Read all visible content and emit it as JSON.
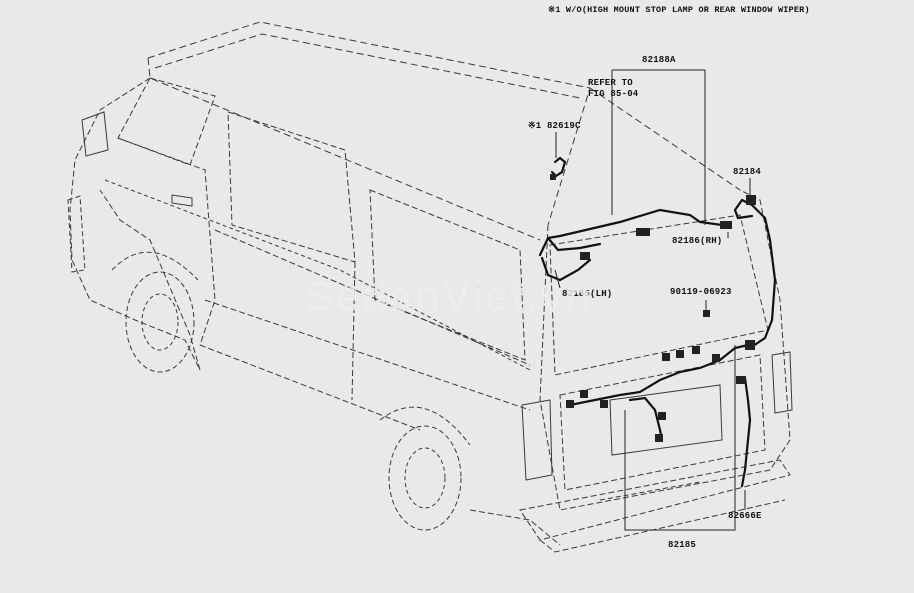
{
  "note": "※1  W/O(HIGH MOUNT STOP LAMP OR REAR WINDOW WIPER)",
  "refer_line1": "REFER TO",
  "refer_line2": "FIG 85-04",
  "parts": {
    "p82188A": "82188A",
    "p82619C": "※1 82619C",
    "p82184": "82184",
    "p82186": "82186(RH)",
    "p82185LH": "82185(LH)",
    "p90119": "90119-06923",
    "p82666E": "82666E",
    "p82185": "82185"
  },
  "watermark": "SedanViet.vn",
  "colors": {
    "background": "#e9e9e9",
    "line": "#2a2a2a",
    "wire": "#111111"
  }
}
